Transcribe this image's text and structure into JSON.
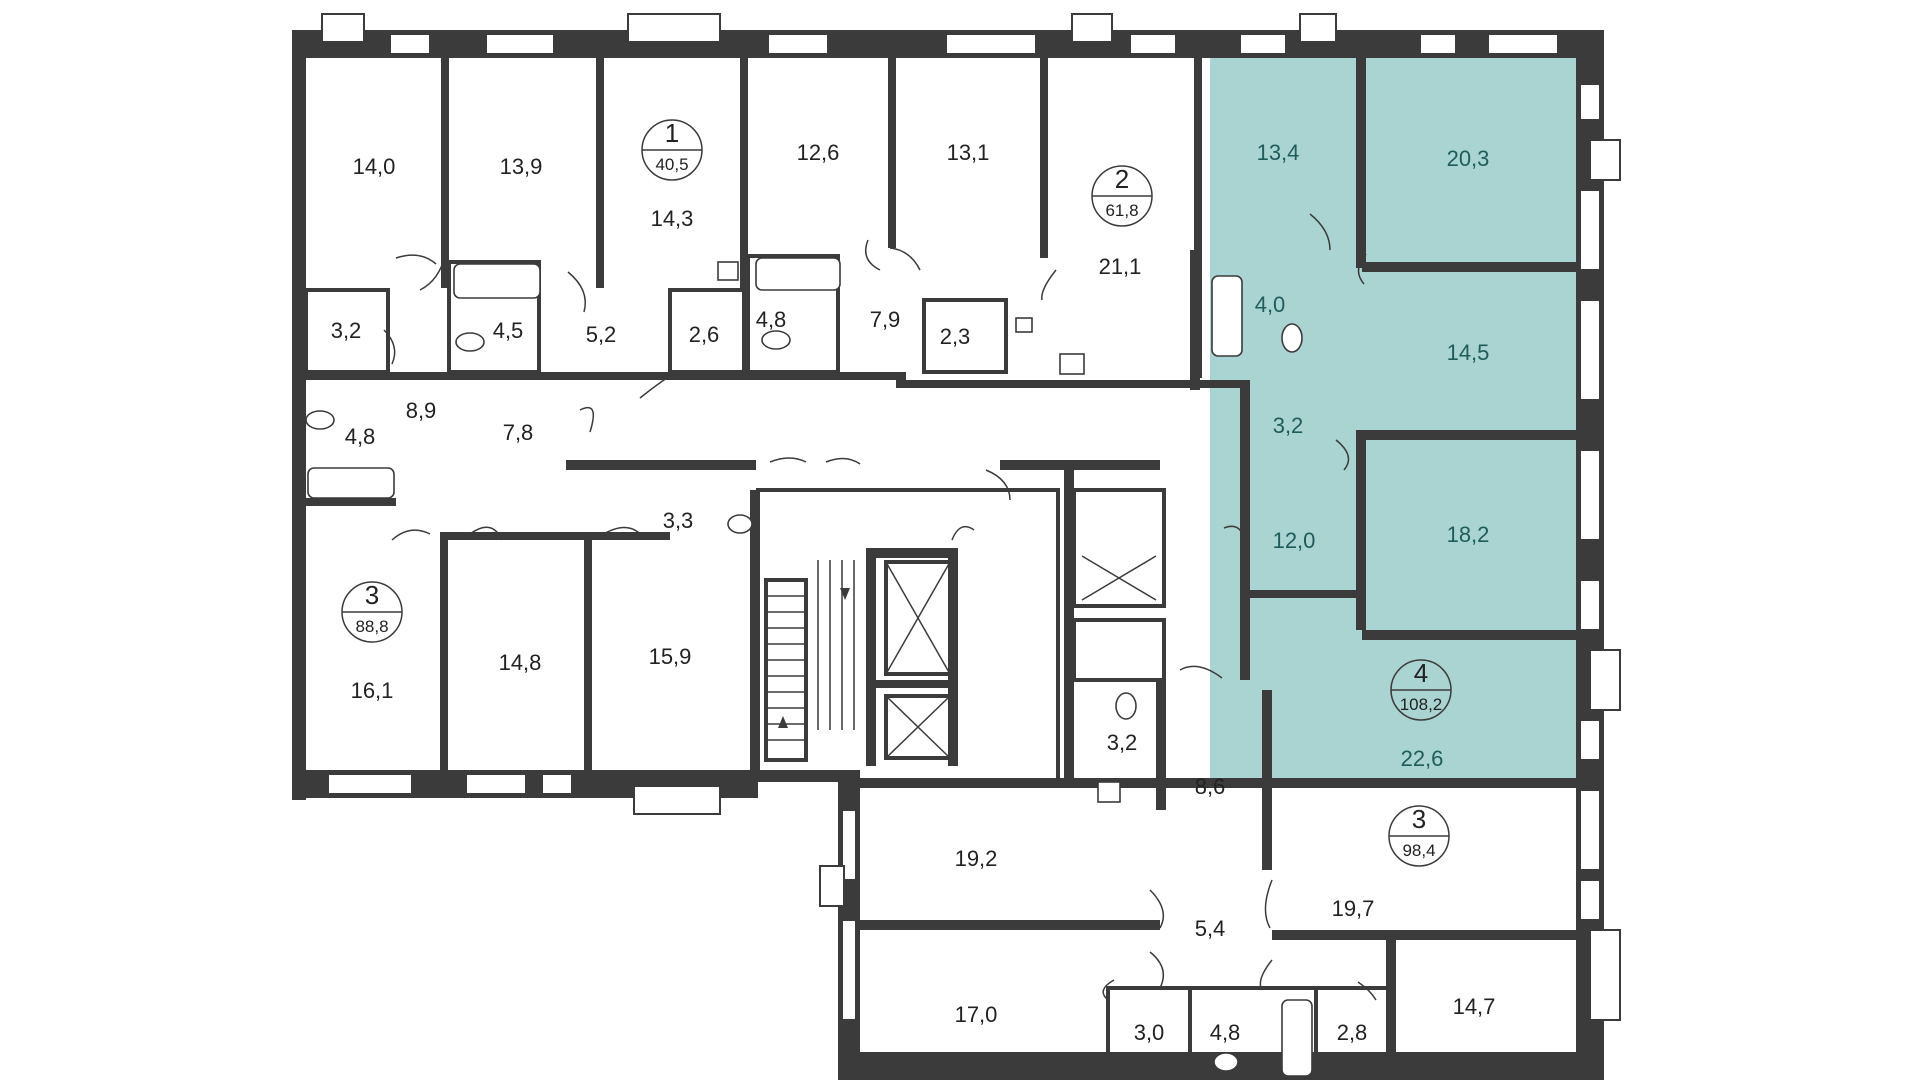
{
  "plan": {
    "highlight_color": "#a9d4d1",
    "wall_color": "#3b3b3b",
    "apartments": [
      {
        "number": "1",
        "area": "40,5"
      },
      {
        "number": "2",
        "area": "61,8"
      },
      {
        "number": "3",
        "area": "88,8"
      },
      {
        "number": "4",
        "area": "108,2",
        "highlighted": true
      },
      {
        "number": "3",
        "area": "98,4"
      }
    ],
    "rooms": [
      "14,0",
      "13,9",
      "14,3",
      "12,6",
      "13,1",
      "21,1",
      "13,4",
      "20,3",
      "3,2",
      "4,5",
      "5,2",
      "2,6",
      "4,8",
      "7,9",
      "2,3",
      "4,0",
      "14,5",
      "8,9",
      "4,8",
      "7,8",
      "3,2",
      "3,3",
      "12,0",
      "18,2",
      "16,1",
      "14,8",
      "15,9",
      "3,2",
      "8,6",
      "22,6",
      "19,2",
      "19,7",
      "5,4",
      "17,0",
      "3,0",
      "4,8",
      "2,8",
      "14,7"
    ]
  }
}
